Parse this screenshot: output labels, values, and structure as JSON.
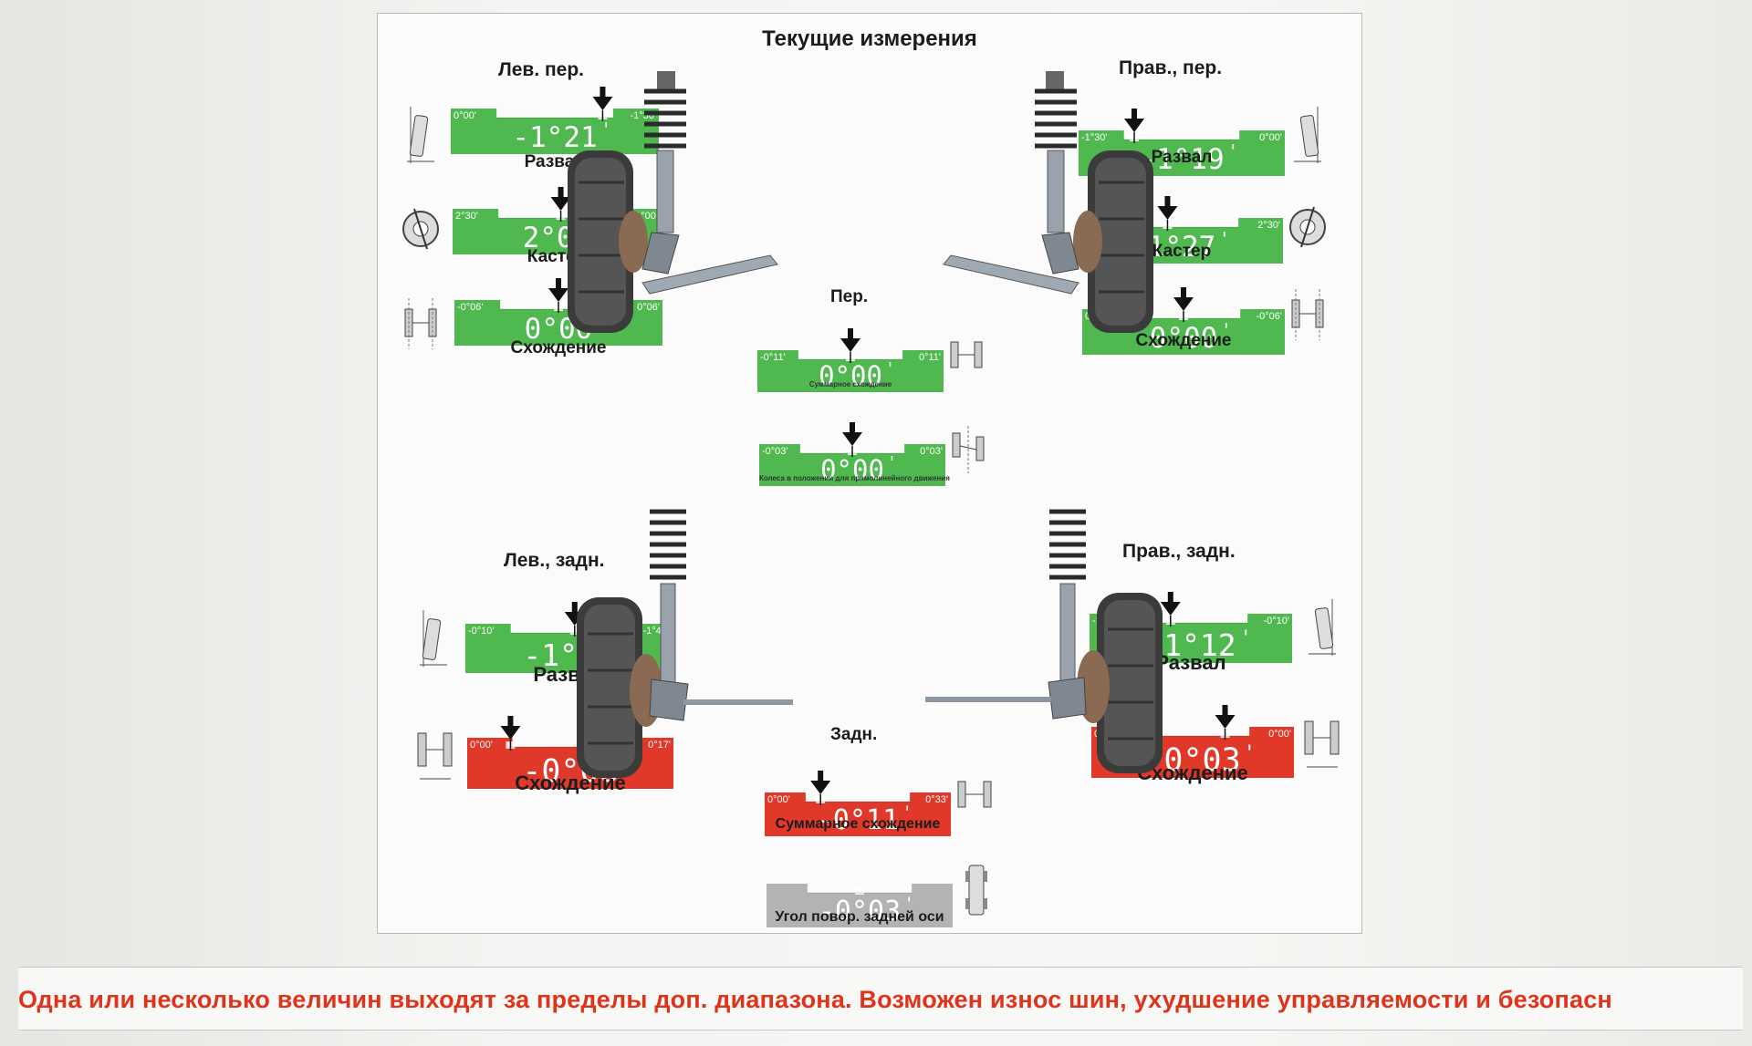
{
  "report": {
    "title": "Текущие измерения"
  },
  "front_left": {
    "header": "Лев. пер.",
    "camber": {
      "label": "Развал",
      "value": "-1°21",
      "min": "0°00'",
      "max": "-1°30'",
      "status": "ok"
    },
    "caster": {
      "label": "Кастер",
      "value": "2°00",
      "min": "2°30'",
      "max": "1°00'",
      "status": "ok"
    },
    "toe": {
      "label": "Схождение",
      "value": "0°00",
      "min": "-0°06'",
      "max": "0°06'",
      "status": "ok"
    }
  },
  "front_right": {
    "header": "Прав., пер.",
    "camber": {
      "label": "Развал",
      "value": "-1°19",
      "min": "-1°30'",
      "max": "0°00'",
      "status": "ok"
    },
    "caster": {
      "label": "Кастер",
      "value": "1°27",
      "min": "1°00'",
      "max": "2°30'",
      "status": "ok"
    },
    "toe": {
      "label": "Схождение",
      "value": "0°00",
      "min": "0°06'",
      "max": "-0°06'",
      "status": "ok"
    }
  },
  "front_axle": {
    "header": "Пер.",
    "total_toe": {
      "label": "Суммарное схождение",
      "value": "0°00",
      "min": "-0°11'",
      "max": "0°11'",
      "status": "ok"
    },
    "setback": {
      "label": "Колеса в положении для прямолинейного движения",
      "value": "0°00",
      "min": "-0°03'",
      "max": "0°03'",
      "status": "ok"
    }
  },
  "rear_left": {
    "header": "Лев., задн.",
    "camber": {
      "label": "Развал",
      "value": "-1°02",
      "min": "-0°10'",
      "max": "-1°40'",
      "status": "ok"
    },
    "toe": {
      "label": "Схождение",
      "value": "-0°08",
      "min": "0°00'",
      "max": "0°17'",
      "status": "out"
    }
  },
  "rear_right": {
    "header": "Прав., задн.",
    "camber": {
      "label": "Развал",
      "value": "-1°12",
      "min": "-1°40'",
      "max": "-0°10'",
      "status": "ok"
    },
    "toe": {
      "label": "Схождение",
      "value": "-0°03",
      "min": "0°17'",
      "max": "0°00'",
      "status": "out"
    }
  },
  "rear_axle": {
    "header": "Задн.",
    "total_toe": {
      "label": "Суммарное схождение",
      "value": "-0°11",
      "min": "0°00'",
      "max": "0°33'",
      "status": "out"
    },
    "thrust_angle": {
      "label": "Угол повор. задней оси",
      "value": "-0°03",
      "status": "info"
    }
  },
  "status_colors": {
    "ok": "#4fb84e",
    "out": "#e0392a",
    "info": "#b3b3b3"
  },
  "footer": {
    "warning": "Одна или несколько величин выходят за пределы доп. диапазона. Возможен износ шин, ухудшение управляемости и безопасн"
  }
}
